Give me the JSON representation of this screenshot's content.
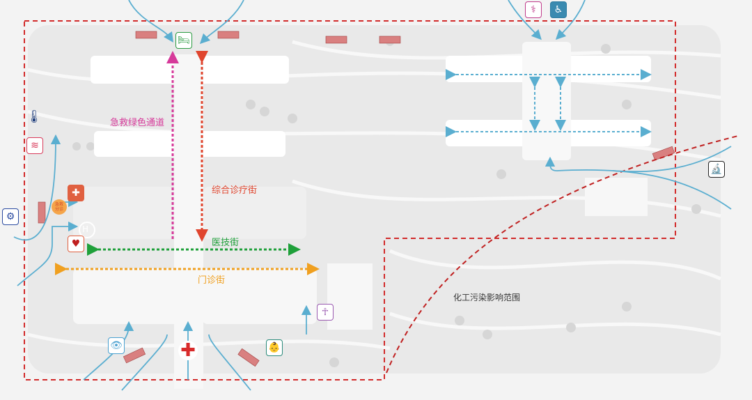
{
  "labels": {
    "green_channel": "急救绿色通道",
    "comprehensive_street": "综合诊疗街",
    "medtech_street": "医技街",
    "outpatient_street": "门诊街",
    "pollution_zone": "化工污染影响范围"
  },
  "badge": {
    "line1": "急救",
    "line2": "分诊"
  },
  "helipad": "H",
  "colors": {
    "boundary": "#d22a2a",
    "green_channel": "#d63a9a",
    "comprehensive": "#e0452e",
    "medtech": "#1fa03a",
    "outpatient": "#f0a020",
    "flow": "#5aaed0"
  }
}
